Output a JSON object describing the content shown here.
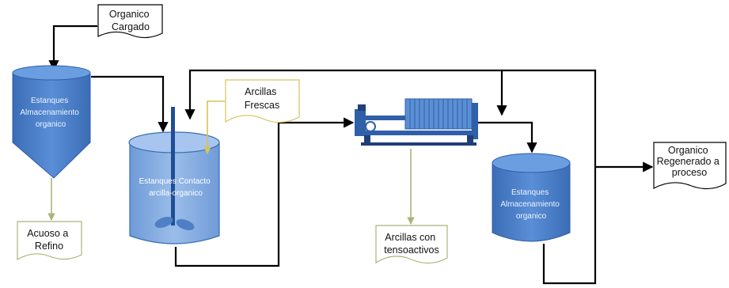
{
  "documents": {
    "organico_cargado": [
      "Organico",
      "Cargado"
    ],
    "arcillas_frescas": [
      "Arcillas",
      "Frescas"
    ],
    "acuoso_refino": [
      "Acuoso a",
      "Refino"
    ],
    "arcillas_tensoactivos": [
      "Arcillas con",
      "tensoactivos"
    ],
    "organico_regenerado": [
      "Organico",
      "Regenerado a",
      "proceso"
    ]
  },
  "tanks": {
    "storage_1": [
      "Estanques",
      "Almacenamiento",
      "organico"
    ],
    "contact": [
      "Estanques Contacto",
      "arcilla-organico"
    ],
    "storage_2": [
      "Estanques",
      "Almacenamiento",
      "organico"
    ]
  },
  "colors": {
    "tank_fill": "#4a7ec4",
    "tank_top": "#5b8fd4",
    "contact_fill": "#7ea8e0",
    "press_frame": "#2f5fa8",
    "yellow_line": "#d6c35a",
    "olive_line": "#a9b57a",
    "flow_line": "#000000"
  }
}
